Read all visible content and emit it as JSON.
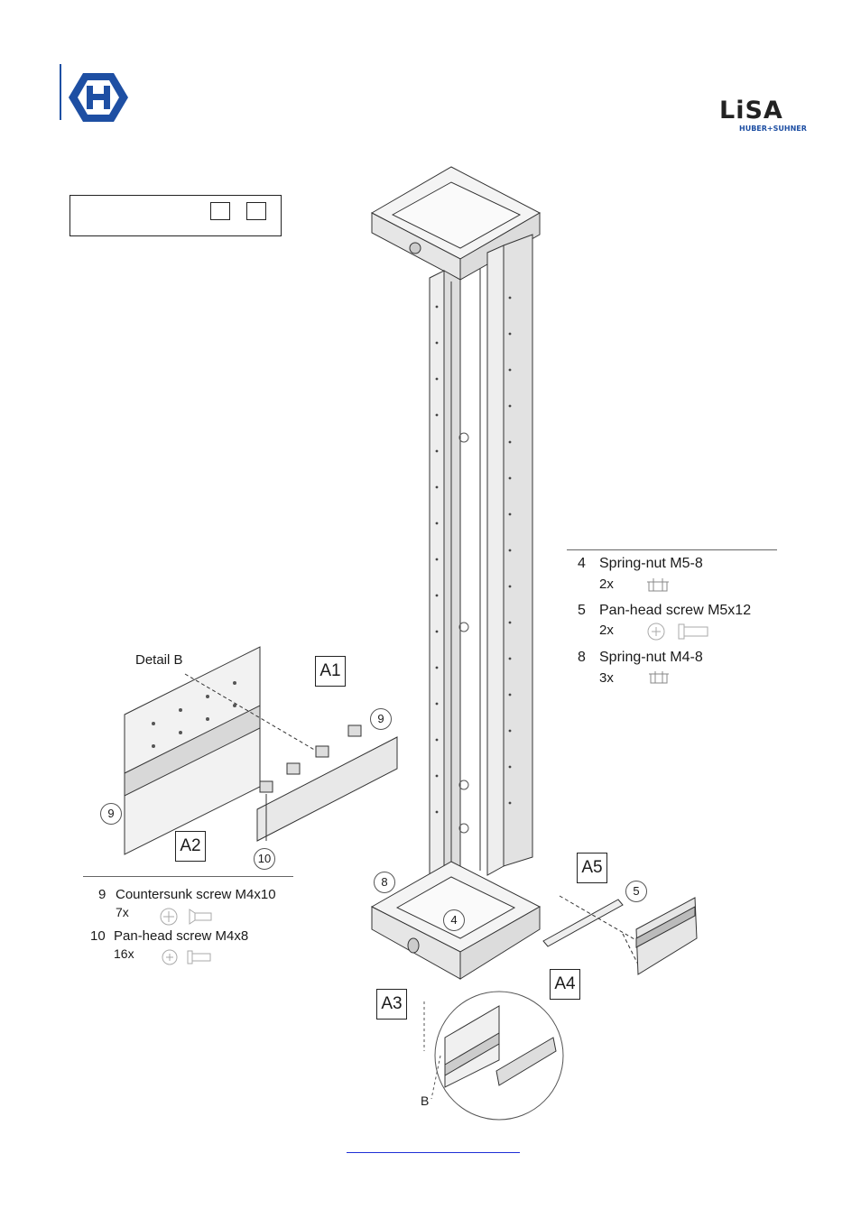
{
  "header": {
    "logo_left_name": "H",
    "logo_right_brand": "LiSA",
    "logo_right_sub": "HUBER+SUHNER",
    "brand_color": "#1e4fa3"
  },
  "title_box": {
    "text": ""
  },
  "legend_right": {
    "items": [
      {
        "num": "4",
        "label": "Spring-nut M5-8",
        "qty": "2x",
        "icon": "spring-nut-icon"
      },
      {
        "num": "5",
        "label": "Pan-head screw M5x12",
        "qty": "2x",
        "icon": "pan-head-screw-icon"
      },
      {
        "num": "8",
        "label": "Spring-nut M4-8",
        "qty": "3x",
        "icon": "spring-nut-icon"
      }
    ]
  },
  "legend_left": {
    "items": [
      {
        "num": "9",
        "label": "Countersunk screw M4x10",
        "qty": "7x",
        "icon": "countersunk-screw-icon"
      },
      {
        "num": "10",
        "label": "Pan-head screw M4x8",
        "qty": "16x",
        "icon": "pan-head-screw-icon"
      }
    ]
  },
  "detail": {
    "title": "Detail B",
    "callouts": {
      "a1": "A1",
      "a2": "A2",
      "a3": "A3",
      "a4": "A4",
      "a5": "A5"
    },
    "circles": {
      "c9a": "9",
      "c9b": "9",
      "c10": "10",
      "c8": "8",
      "c4": "4",
      "c5": "5"
    },
    "label_b": "B"
  }
}
